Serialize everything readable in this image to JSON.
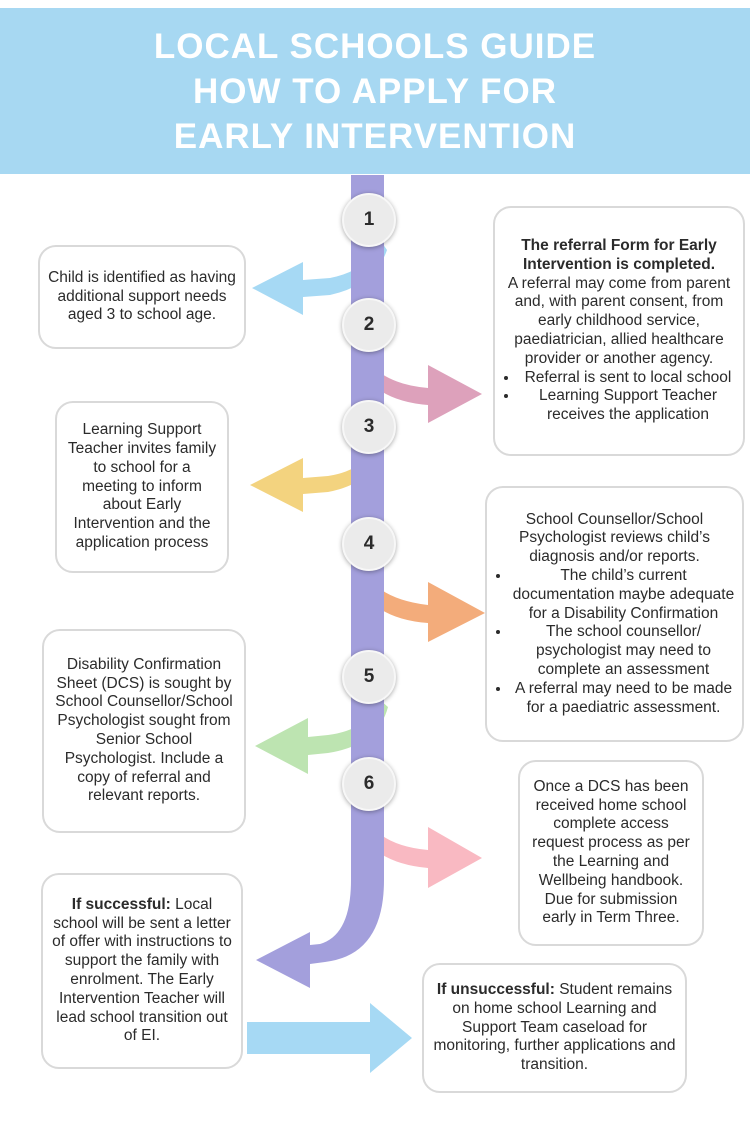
{
  "header": {
    "line1": "LOCAL SCHOOLS GUIDE",
    "line2": "HOW TO APPLY FOR",
    "line3": "EARLY INTERVENTION"
  },
  "colors": {
    "header_bg": "#a7d8f2",
    "spine": "#a39fdc",
    "arrow_1": "#a6d9f4",
    "arrow_2": "#dda1bb",
    "arrow_3": "#f3d37f",
    "arrow_4": "#f3ac7b",
    "arrow_5": "#bde4b1",
    "arrow_6": "#f9b9c2",
    "arrow_success": "#a39fdc",
    "arrow_unsuccess": "#a6d9f4"
  },
  "steps": {
    "s1": {
      "number": "1",
      "text": "Child is identified as having additional support needs aged 3 to school age."
    },
    "s2": {
      "number": "2",
      "title": "The referral Form for Early Intervention is completed.",
      "text": "A referral may come from parent and, with parent consent, from early childhood service, paediatrician, allied healthcare provider or another agency.",
      "bullets": [
        "Referral is sent to local school",
        "Learning Support Teacher receives the application"
      ]
    },
    "s3": {
      "number": "3",
      "text": "Learning Support Teacher invites family to school for a meeting to inform about Early Intervention and the application process"
    },
    "s4": {
      "number": "4",
      "text": "School Counsellor/School Psychologist reviews child’s diagnosis and/or reports.",
      "bullets": [
        "The child’s current documentation maybe adequate for a Disability Confirmation",
        "The school counsellor/ psychologist may need to complete an assessment",
        "A referral may need to be made for a paediatric assessment."
      ]
    },
    "s5": {
      "number": "5",
      "text": "Disability Confirmation Sheet (DCS) is sought by School Counsellor/School Psychologist sought from Senior School Psychologist. Include a copy of referral and relevant reports."
    },
    "s6": {
      "number": "6",
      "text": "Once a DCS has been received home school complete access request process as per the Learning and Wellbeing handbook. Due for submission early in Term Three."
    }
  },
  "success": {
    "label": "If successful:",
    "text": " Local school will be sent a letter of offer with instructions to support the family with enrolment. The Early Intervention Teacher will lead school transition out of EI."
  },
  "unsuccess": {
    "label": "If unsuccessful:",
    "text": " Student remains on home school Learning and Support Team caseload for monitoring, further applications and transition."
  }
}
